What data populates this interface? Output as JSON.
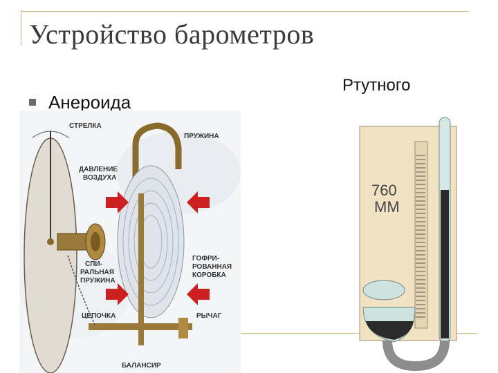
{
  "slide": {
    "title": "Устройство барометров",
    "bullet_text": "Анероида",
    "right_label": "Ртутного"
  },
  "aneroid": {
    "labels": {
      "strelka": "СТРЕЛКА",
      "pruzhina": "ПРУЖИНА",
      "davlenie_1": "ДАВЛЕНИЕ",
      "davlenie_2": "ВОЗДУХА",
      "spiral_1": "СПИ-",
      "spiral_2": "РАЛЬНАЯ",
      "spiral_3": "ПРУЖИНА",
      "gofr_1": "ГОФРИ-",
      "gofr_2": "РОВАННАЯ",
      "gofr_3": "КОРОБКА",
      "cepochka": "ЦЕПОЧКА",
      "rychag": "РЫЧАГ",
      "balansir": "БАЛАНСИР"
    }
  },
  "mercury": {
    "reading_1": "760",
    "reading_2": "ММ"
  },
  "colors": {
    "accent_line": "#c8b877",
    "arrow_red": "#cc2020",
    "bronze": "#8a6a2a",
    "mercury_panel": "#f1e2c4"
  }
}
